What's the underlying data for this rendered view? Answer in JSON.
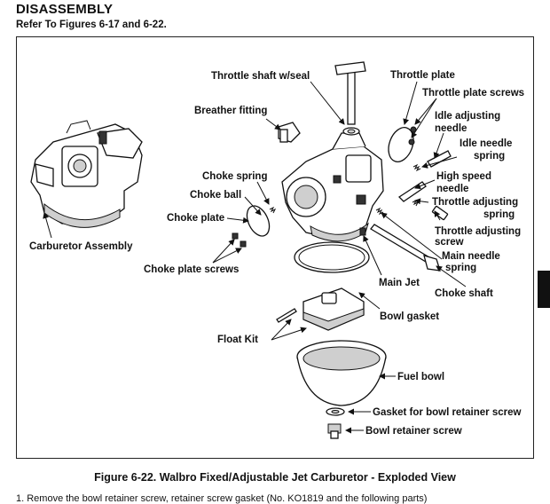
{
  "header": {
    "title": "DISASSEMBLY",
    "reference": "Refer To Figures 6-17 and 6-22."
  },
  "figure": {
    "caption": "Figure 6-22. Walbro Fixed/Adjustable Jet Carburetor - Exploded View",
    "labels": {
      "throttle_shaft": "Throttle shaft w/seal",
      "throttle_plate": "Throttle plate",
      "throttle_plate_screws": "Throttle plate screws",
      "breather_fitting": "Breather fitting",
      "idle_adjusting_needle_1": "Idle adjusting",
      "idle_adjusting_needle_2": "needle",
      "idle_needle_spring_1": "Idle needle",
      "idle_needle_spring_2": "spring",
      "high_speed_needle_1": "High speed",
      "high_speed_needle_2": "needle",
      "throttle_adjusting_spring_1": "Throttle adjusting",
      "throttle_adjusting_spring_2": "spring",
      "throttle_adjusting_screw_1": "Throttle adjusting",
      "throttle_adjusting_screw_2": "screw",
      "choke_spring": "Choke spring",
      "choke_ball": "Choke ball",
      "choke_plate": "Choke plate",
      "carburetor_assembly": "Carburetor Assembly",
      "choke_plate_screws": "Choke plate screws",
      "main_needle_spring_1": "Main needle",
      "main_needle_spring_2": "spring",
      "main_jet": "Main Jet",
      "choke_shaft": "Choke shaft",
      "bowl_gasket": "Bowl gasket",
      "float_kit": "Float Kit",
      "fuel_bowl": "Fuel bowl",
      "gasket_bowl_retainer": "Gasket for bowl retainer screw",
      "bowl_retainer_screw": "Bowl retainer screw"
    }
  },
  "footer": {
    "cutoff_text": "1. Remove the bowl retainer screw, retainer screw gasket (No. KO1819 and the following parts)"
  }
}
